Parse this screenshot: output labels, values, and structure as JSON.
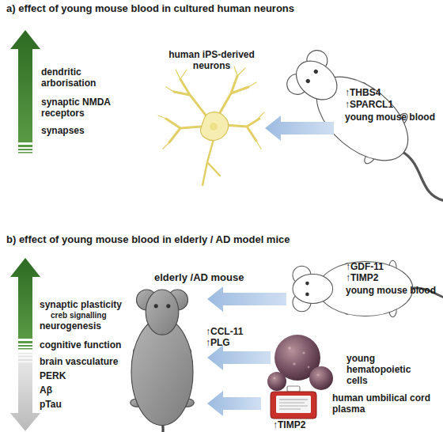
{
  "diagram": {
    "nodes": [
      {
        "text": [
          "human iPS-derived neurons"
        ]
      },
      {
        "text": [
          "↑THBS4",
          "↑SPARCL1",
          "young mouse blood"
        ]
      },
      {
        "text": [
          "elderly /AD mouse",
          "↑CCL-11",
          "↑PLG"
        ]
      },
      {
        "text": [
          "↑GDF-11",
          "↑TIMP2",
          "young mouse blood"
        ]
      },
      {
        "text": [
          "young hematopoietic cells"
        ]
      },
      {
        "text": [
          "human umbilical cord plasma",
          "↑TIMP2"
        ]
      }
    ],
    "edges": [
      {
        "from": 1,
        "to": 0,
        "arrow": "to"
      },
      {
        "from": 3,
        "to": 2,
        "arrow": "to"
      },
      {
        "from": 4,
        "to": 2,
        "arrow": "to"
      },
      {
        "from": 5,
        "to": 2,
        "arrow": "to"
      }
    ],
    "labels": [
      "a) effect of young mouse blood in cultured human neurons",
      "dendritic arborisation",
      "synaptic NMDA receptors",
      "synapses",
      "b) effect of young mouse blood in elderly / AD model mice",
      "synaptic plasticity",
      "creb signalling",
      "neurogenesis",
      "cognitive function",
      "brain vasculature",
      "PERK",
      "Aβ",
      "pTau"
    ]
  }
}
